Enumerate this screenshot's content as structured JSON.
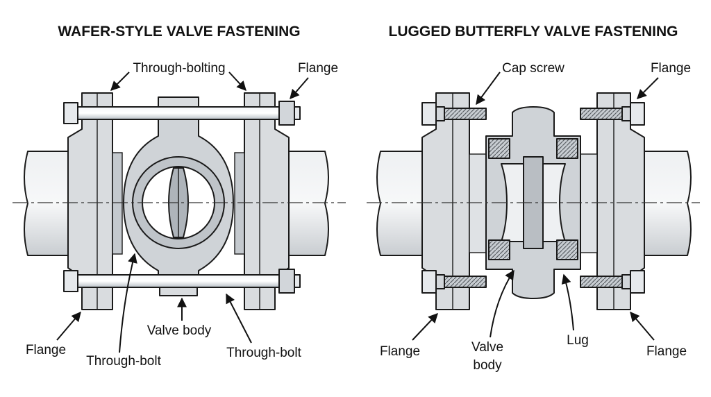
{
  "panels": {
    "wafer": {
      "title": "WAFER-STYLE VALVE FASTENING",
      "labels": {
        "through_bolting": "Through-bolting",
        "flange_top": "Flange",
        "valve_body": "Valve body",
        "flange_bottom": "Flange",
        "through_bolt_left": "Through-bolt",
        "through_bolt_right": "Through-bolt"
      }
    },
    "lugged": {
      "title": "LUGGED BUTTERFLY VALVE FASTENING",
      "labels": {
        "cap_screw": "Cap screw",
        "flange_top": "Flange",
        "flange_bottom_left": "Flange",
        "valve_body_line1": "Valve",
        "valve_body_line2": "body",
        "lug": "Lug",
        "flange_bottom_right": "Flange"
      }
    }
  },
  "colors": {
    "metal": "#d9dcdf",
    "metal_dark": "#b9bec3",
    "outline": "#1a1a1a",
    "rod": "#e9eef2",
    "text": "#111111"
  }
}
